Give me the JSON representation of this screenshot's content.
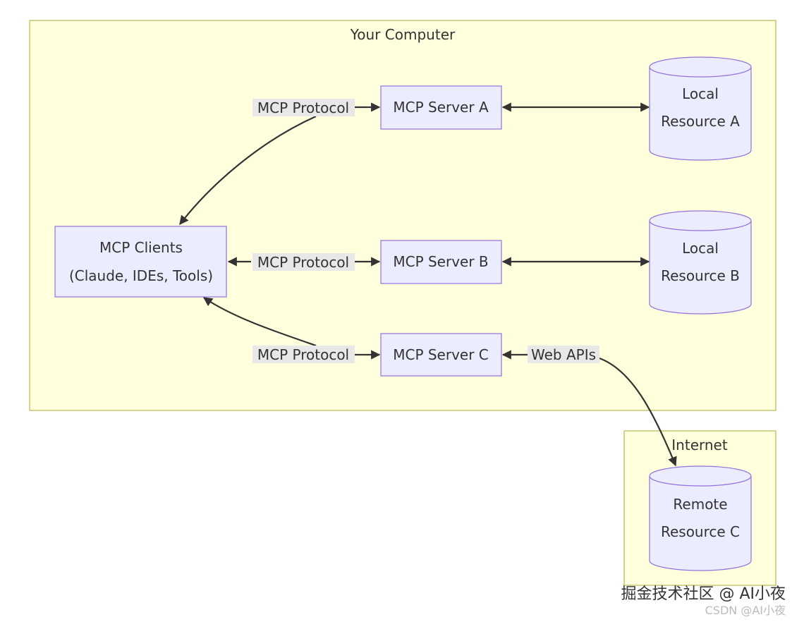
{
  "clusters": {
    "computer": "Your Computer",
    "internet": "Internet"
  },
  "nodes": {
    "clients": [
      "MCP Clients",
      "(Claude, IDEs, Tools)"
    ],
    "server_a": "MCP Server A",
    "server_b": "MCP Server B",
    "server_c": "MCP Server C",
    "resource_a": [
      "Local",
      "Resource A"
    ],
    "resource_b": [
      "Local",
      "Resource B"
    ],
    "resource_c": [
      "Remote",
      "Resource C"
    ]
  },
  "edges": {
    "protocol_a": "MCP Protocol",
    "protocol_b": "MCP Protocol",
    "protocol_c": "MCP Protocol",
    "web_apis": "Web APIs"
  },
  "watermark": {
    "line1": "掘金技术社区 @ AI小夜",
    "line2": "CSDN @AI小夜"
  },
  "colors": {
    "cluster_fill": "#ffffde",
    "cluster_stroke": "#aaaa33",
    "node_fill": "#ececff",
    "node_stroke": "#9370db",
    "edge": "#333333"
  }
}
